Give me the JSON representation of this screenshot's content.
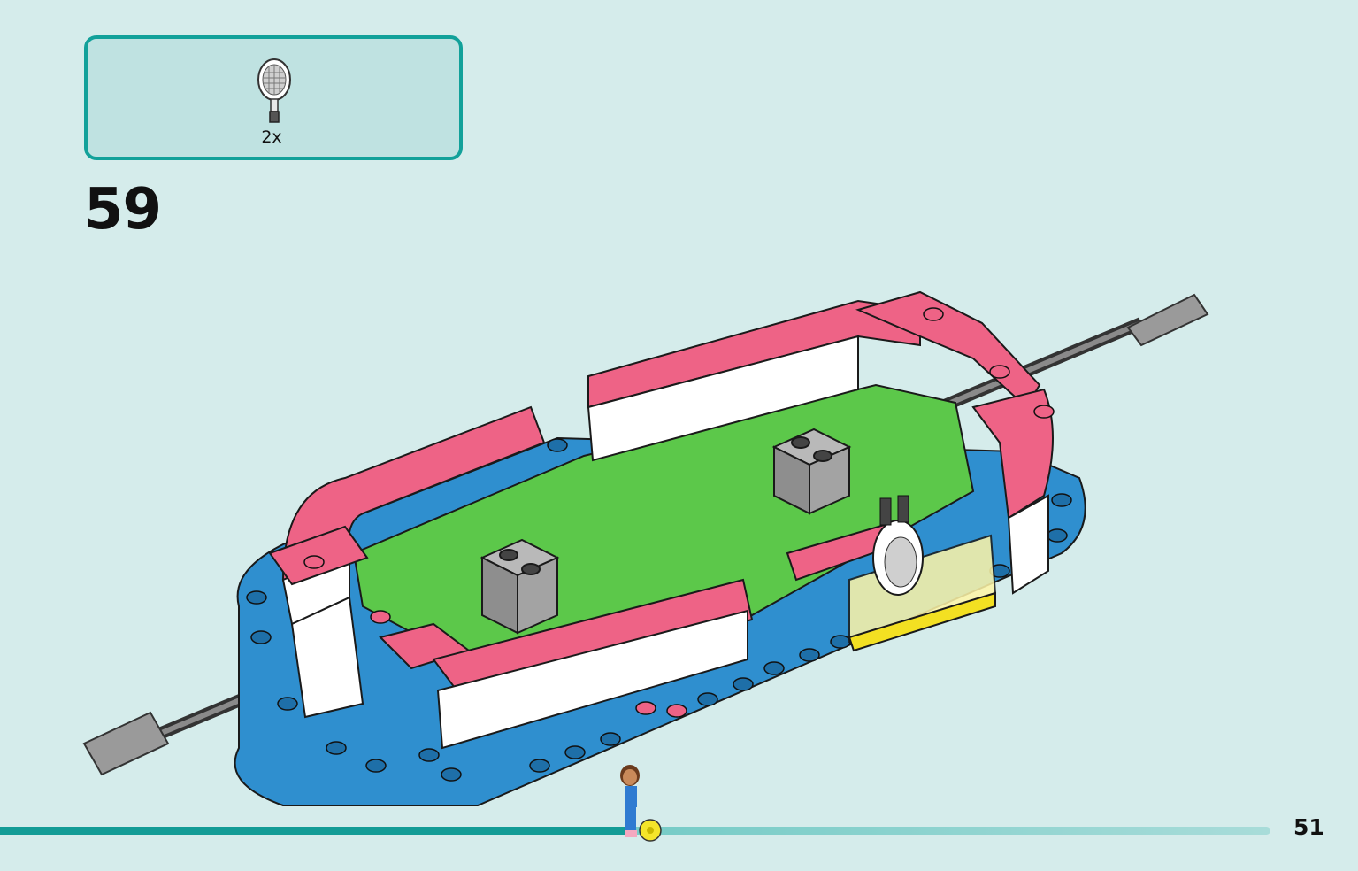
{
  "parts": {
    "items": [
      {
        "icon": "tennis-racket-icon",
        "quantity": "2x"
      }
    ]
  },
  "step": {
    "number": "59"
  },
  "page": {
    "number": "51"
  },
  "model": {
    "icon": "table-football-court-build"
  },
  "colors": {
    "accent": "#12a19a",
    "background": "#d5eceb",
    "parts_box": "#bfe2e1",
    "pink": "#ee6386",
    "green": "#5cc84a",
    "blue": "#2f8fcf"
  }
}
